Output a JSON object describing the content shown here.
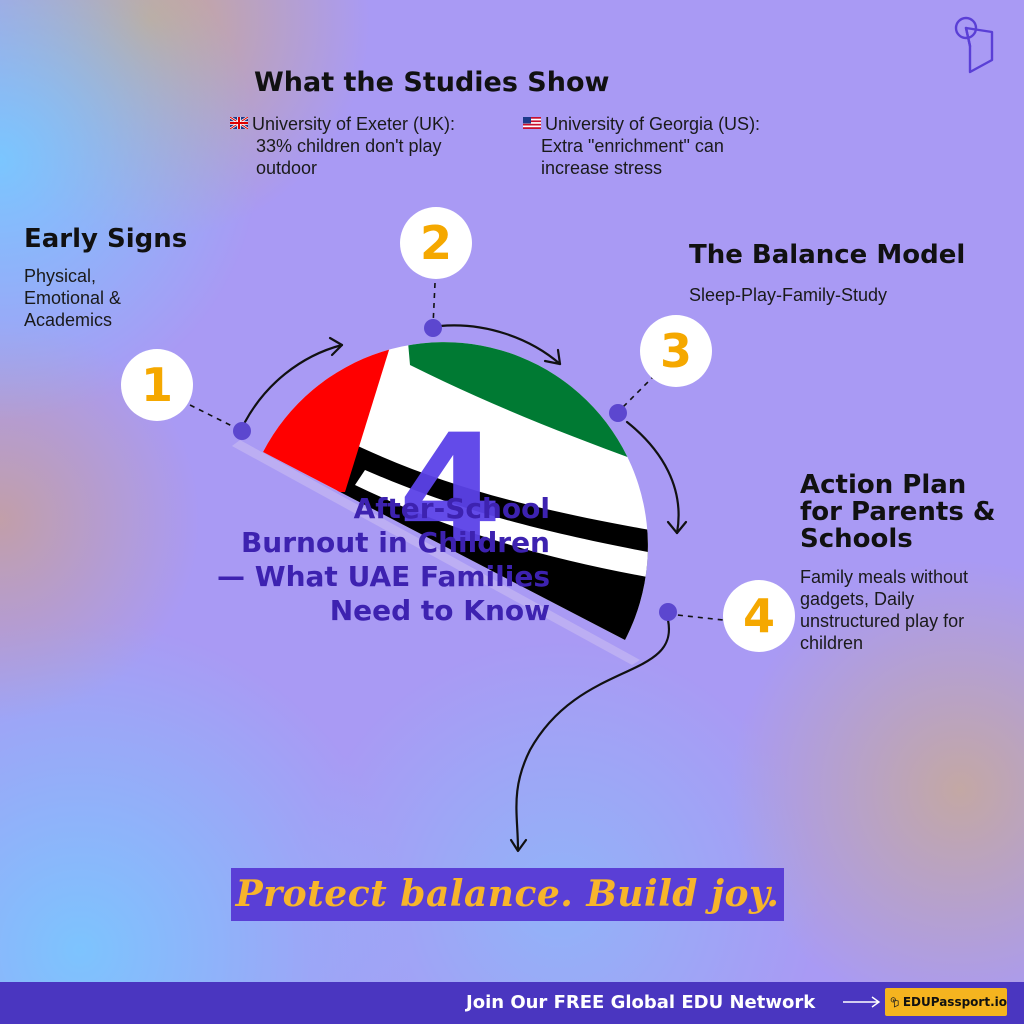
{
  "section1": {
    "number": "1",
    "title": "Early Signs",
    "lines": [
      "Physical,",
      "Emotional &",
      "Academics"
    ]
  },
  "section2": {
    "number": "2",
    "title": "What the Studies Show",
    "uk": {
      "lines": [
        "University of Exeter (UK):",
        "33% children don't play",
        "outdoor"
      ]
    },
    "us": {
      "lines": [
        "University of Georgia (US):",
        "Extra \"enrichment\" can",
        "increase stress"
      ]
    }
  },
  "section3": {
    "number": "3",
    "title": "The Balance Model",
    "text": "Sleep-Play-Family-Study"
  },
  "section4": {
    "number": "4",
    "title_lines": [
      "Action Plan",
      "for Parents &",
      "Schools"
    ],
    "lines": [
      "Family meals without",
      "gadgets, Daily",
      "unstructured play for",
      "children"
    ]
  },
  "main_title_lines": [
    "After-School",
    "Burnout in Children",
    "— What UAE Families",
    "Need to Know"
  ],
  "big_number": "4",
  "tagline": "Protect balance. Build joy.",
  "footer": {
    "text": "Join Our FREE Global EDU Network",
    "badge": "EDUPassport.io"
  },
  "colors": {
    "accent_purple": "#4a36c0",
    "number_gold": "#f5a800",
    "flag_red": "#ff0000",
    "flag_green": "#007a33"
  }
}
